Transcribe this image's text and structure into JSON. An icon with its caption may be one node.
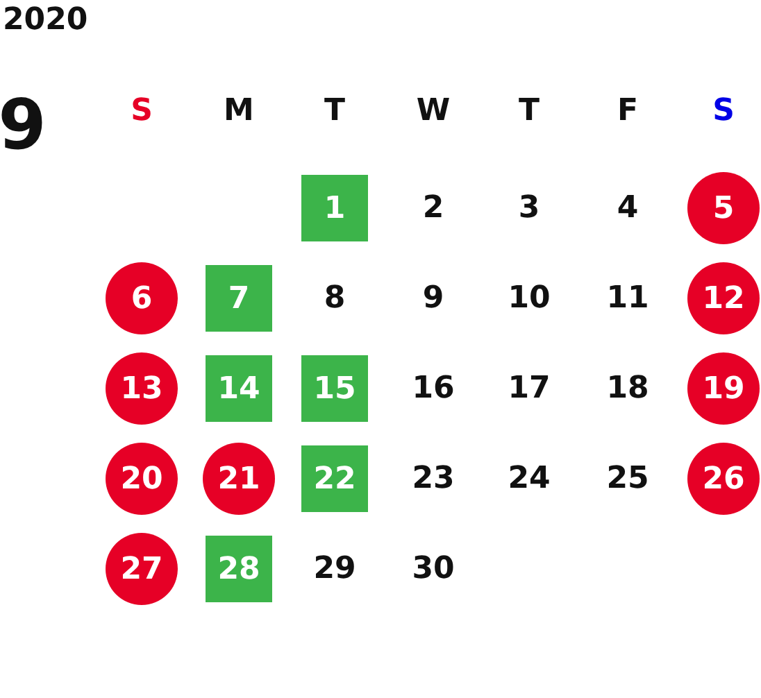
{
  "diagram": {
    "title": "2020",
    "nodes": [
      {
        "text": [
          "1"
        ]
      },
      {
        "text": [
          "5"
        ]
      },
      {
        "text": [
          "6"
        ]
      },
      {
        "text": [
          "7"
        ]
      },
      {
        "text": [
          "12"
        ]
      },
      {
        "text": [
          "13"
        ]
      },
      {
        "text": [
          "14"
        ]
      },
      {
        "text": [
          "15"
        ]
      },
      {
        "text": [
          "19"
        ]
      },
      {
        "text": [
          "20"
        ]
      },
      {
        "text": [
          "21"
        ]
      },
      {
        "text": [
          "22"
        ]
      },
      {
        "text": [
          "26"
        ]
      },
      {
        "text": [
          "27"
        ]
      },
      {
        "text": [
          "28"
        ]
      }
    ],
    "labels": [
      "9",
      "S",
      "M",
      "T",
      "W",
      "T",
      "F",
      "S",
      "2",
      "3",
      "4",
      "8",
      "9",
      "10",
      "11",
      "16",
      "17",
      "18",
      "23",
      "24",
      "25",
      "29",
      "30"
    ]
  }
}
